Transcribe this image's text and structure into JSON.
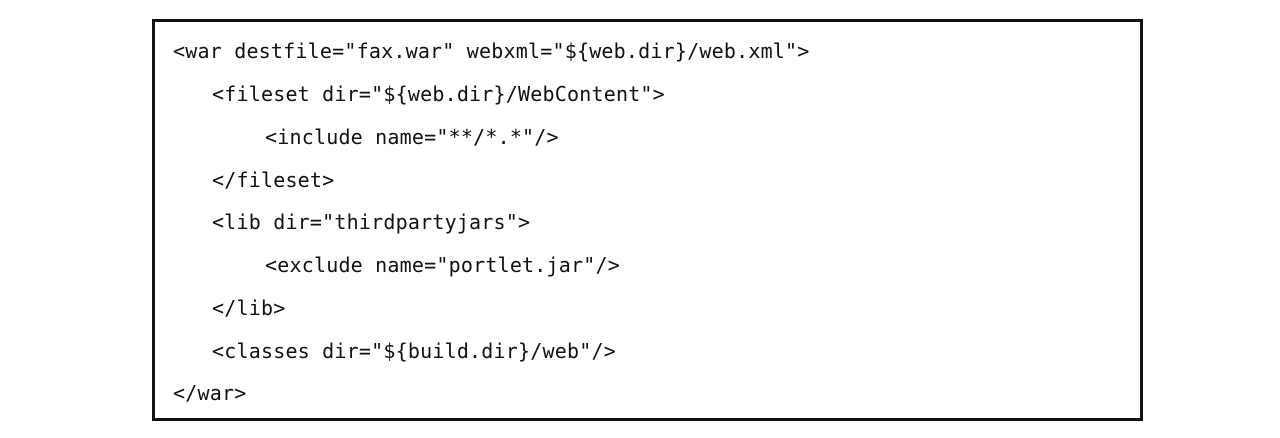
{
  "code_block": {
    "lines": [
      "<war destfile=\"fax.war\" webxml=\"${web.dir}/web.xml\">",
      "<fileset dir=\"${web.dir}/WebContent\">",
      "<include name=\"**/*.*\"/>",
      "</fileset>",
      "<lib dir=\"thirdpartyjars\">",
      "<exclude name=\"portlet.jar\"/>",
      "</lib>",
      "<classes dir=\"${build.dir}/web\"/>",
      "</war>"
    ]
  }
}
